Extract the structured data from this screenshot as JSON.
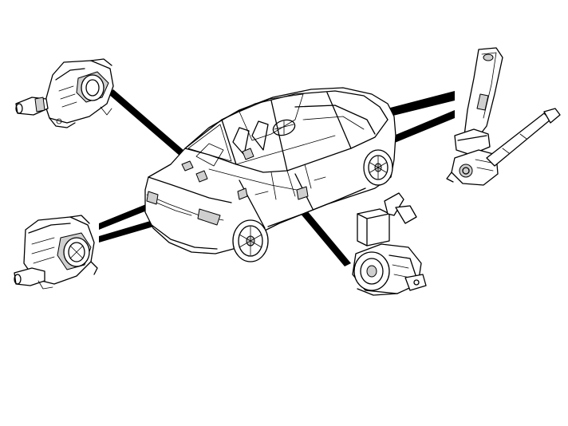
{
  "diagram": {
    "background": "#ffffff",
    "line_color": "#000000",
    "shade_color": "#cfcfcf",
    "parts": [
      {
        "id": "vehicle",
        "icon": "sedan-car-outline-icon"
      },
      {
        "id": "component-top-left",
        "icon": "electric-motor-module-icon"
      },
      {
        "id": "component-bottom-left",
        "icon": "electric-motor-module-icon"
      },
      {
        "id": "component-right-top",
        "icon": "lever-shaft-assembly-icon"
      },
      {
        "id": "component-right-bottom",
        "icon": "cylinder-unit-icon"
      }
    ]
  }
}
